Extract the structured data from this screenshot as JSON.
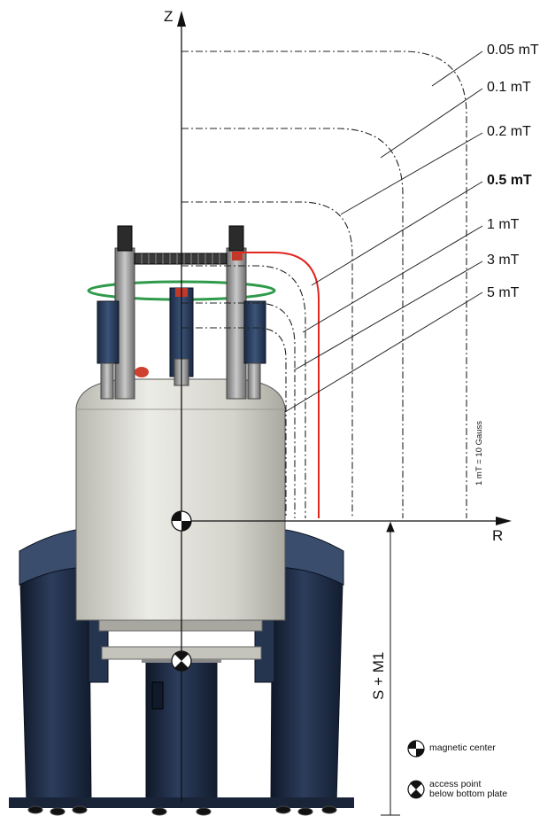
{
  "axes": {
    "z_label": "Z",
    "r_label": "R"
  },
  "contours": [
    {
      "label": "0.05 mT",
      "style": "dashed",
      "bold": false
    },
    {
      "label": "0.1 mT",
      "style": "dashed",
      "bold": false
    },
    {
      "label": "0.2 mT",
      "style": "dashed",
      "bold": false
    },
    {
      "label": "0.5 mT",
      "style": "solid",
      "bold": true,
      "color": "#e0261f"
    },
    {
      "label": "1 mT",
      "style": "dashed",
      "bold": false
    },
    {
      "label": "3 mT",
      "style": "dashed",
      "bold": false
    },
    {
      "label": "5 mT",
      "style": "dashed",
      "bold": false
    }
  ],
  "conversion_note": "1 mT = 10 Gauss",
  "dimension_label": "S + M1",
  "legend": {
    "magnetic_center": "magnetic center",
    "access_point_line1": "access point",
    "access_point_line2": "below bottom plate"
  },
  "colors": {
    "magnet_body": "#d6d6cf",
    "leg_navy": "#1f2c44",
    "contour_red": "#e0261f",
    "ring_green": "#2f9a4a"
  }
}
